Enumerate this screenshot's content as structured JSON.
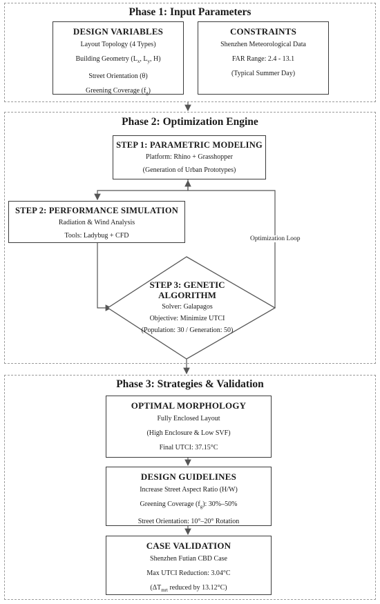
{
  "phase1": {
    "title": "Phase 1: Input Parameters",
    "design": {
      "title": "DESIGN VARIABLES",
      "lines": [
        "Layout Topology (4 Types)",
        "Building Geometry (L",
        "Street Orientation (θ)",
        "Greening Coverage (f"
      ],
      "geom_sub_x": "x",
      "geom_sep": ", L",
      "geom_sub_y": "y",
      "geom_end": ", H)",
      "green_sub": "g",
      "green_end": ")"
    },
    "constraints": {
      "title": "CONSTRAINTS",
      "lines": [
        "Shenzhen Meteorological Data",
        "FAR Range: 2.4 - 13.1",
        "(Typical Summer Day)"
      ]
    }
  },
  "phase2": {
    "title": "Phase 2: Optimization Engine",
    "step1": {
      "title": "STEP 1: PARAMETRIC MODELING",
      "lines": [
        "Platform: Rhino + Grasshopper",
        "(Generation of Urban Prototypes)"
      ]
    },
    "step2": {
      "title": "STEP 2: PERFORMANCE SIMULATION",
      "lines": [
        "Radiation & Wind Analysis",
        "Tools: Ladybug + CFD"
      ]
    },
    "step3": {
      "title_a": "STEP 3: GENETIC",
      "title_b": "ALGORITHM",
      "lines": [
        "Solver: Galapagos",
        "Objective: Minimize UTCI",
        "(Population: 30 / Generation: 50)"
      ]
    },
    "loop_label": "Optimization Loop"
  },
  "phase3": {
    "title": "Phase 3: Strategies & Validation",
    "optimal": {
      "title": "OPTIMAL MORPHOLOGY",
      "lines": [
        "Fully Enclosed Layout",
        "(High Enclosure & Low SVF)",
        "Final UTCI: 37.15°C"
      ]
    },
    "guidelines": {
      "title": "DESIGN GUIDELINES",
      "lines": [
        "Increase Street Aspect Ratio (H/W)",
        "Greening Coverage (f",
        "Street Orientation: 10°–20° Rotation"
      ],
      "green_sub": "g",
      "green_end": "): 30%–50%"
    },
    "validation": {
      "title": "CASE VALIDATION",
      "lines": [
        "Shenzhen Futian CBD Case",
        "Max UTCI Reduction: 3.04°C",
        "(ΔT"
      ],
      "delta_sub": "mrt",
      "delta_end": " reduced by 13.12°C)"
    }
  },
  "colors": {
    "border": "#3a3a3a",
    "dashed": "#9a9a9a",
    "arrow": "#555555"
  }
}
